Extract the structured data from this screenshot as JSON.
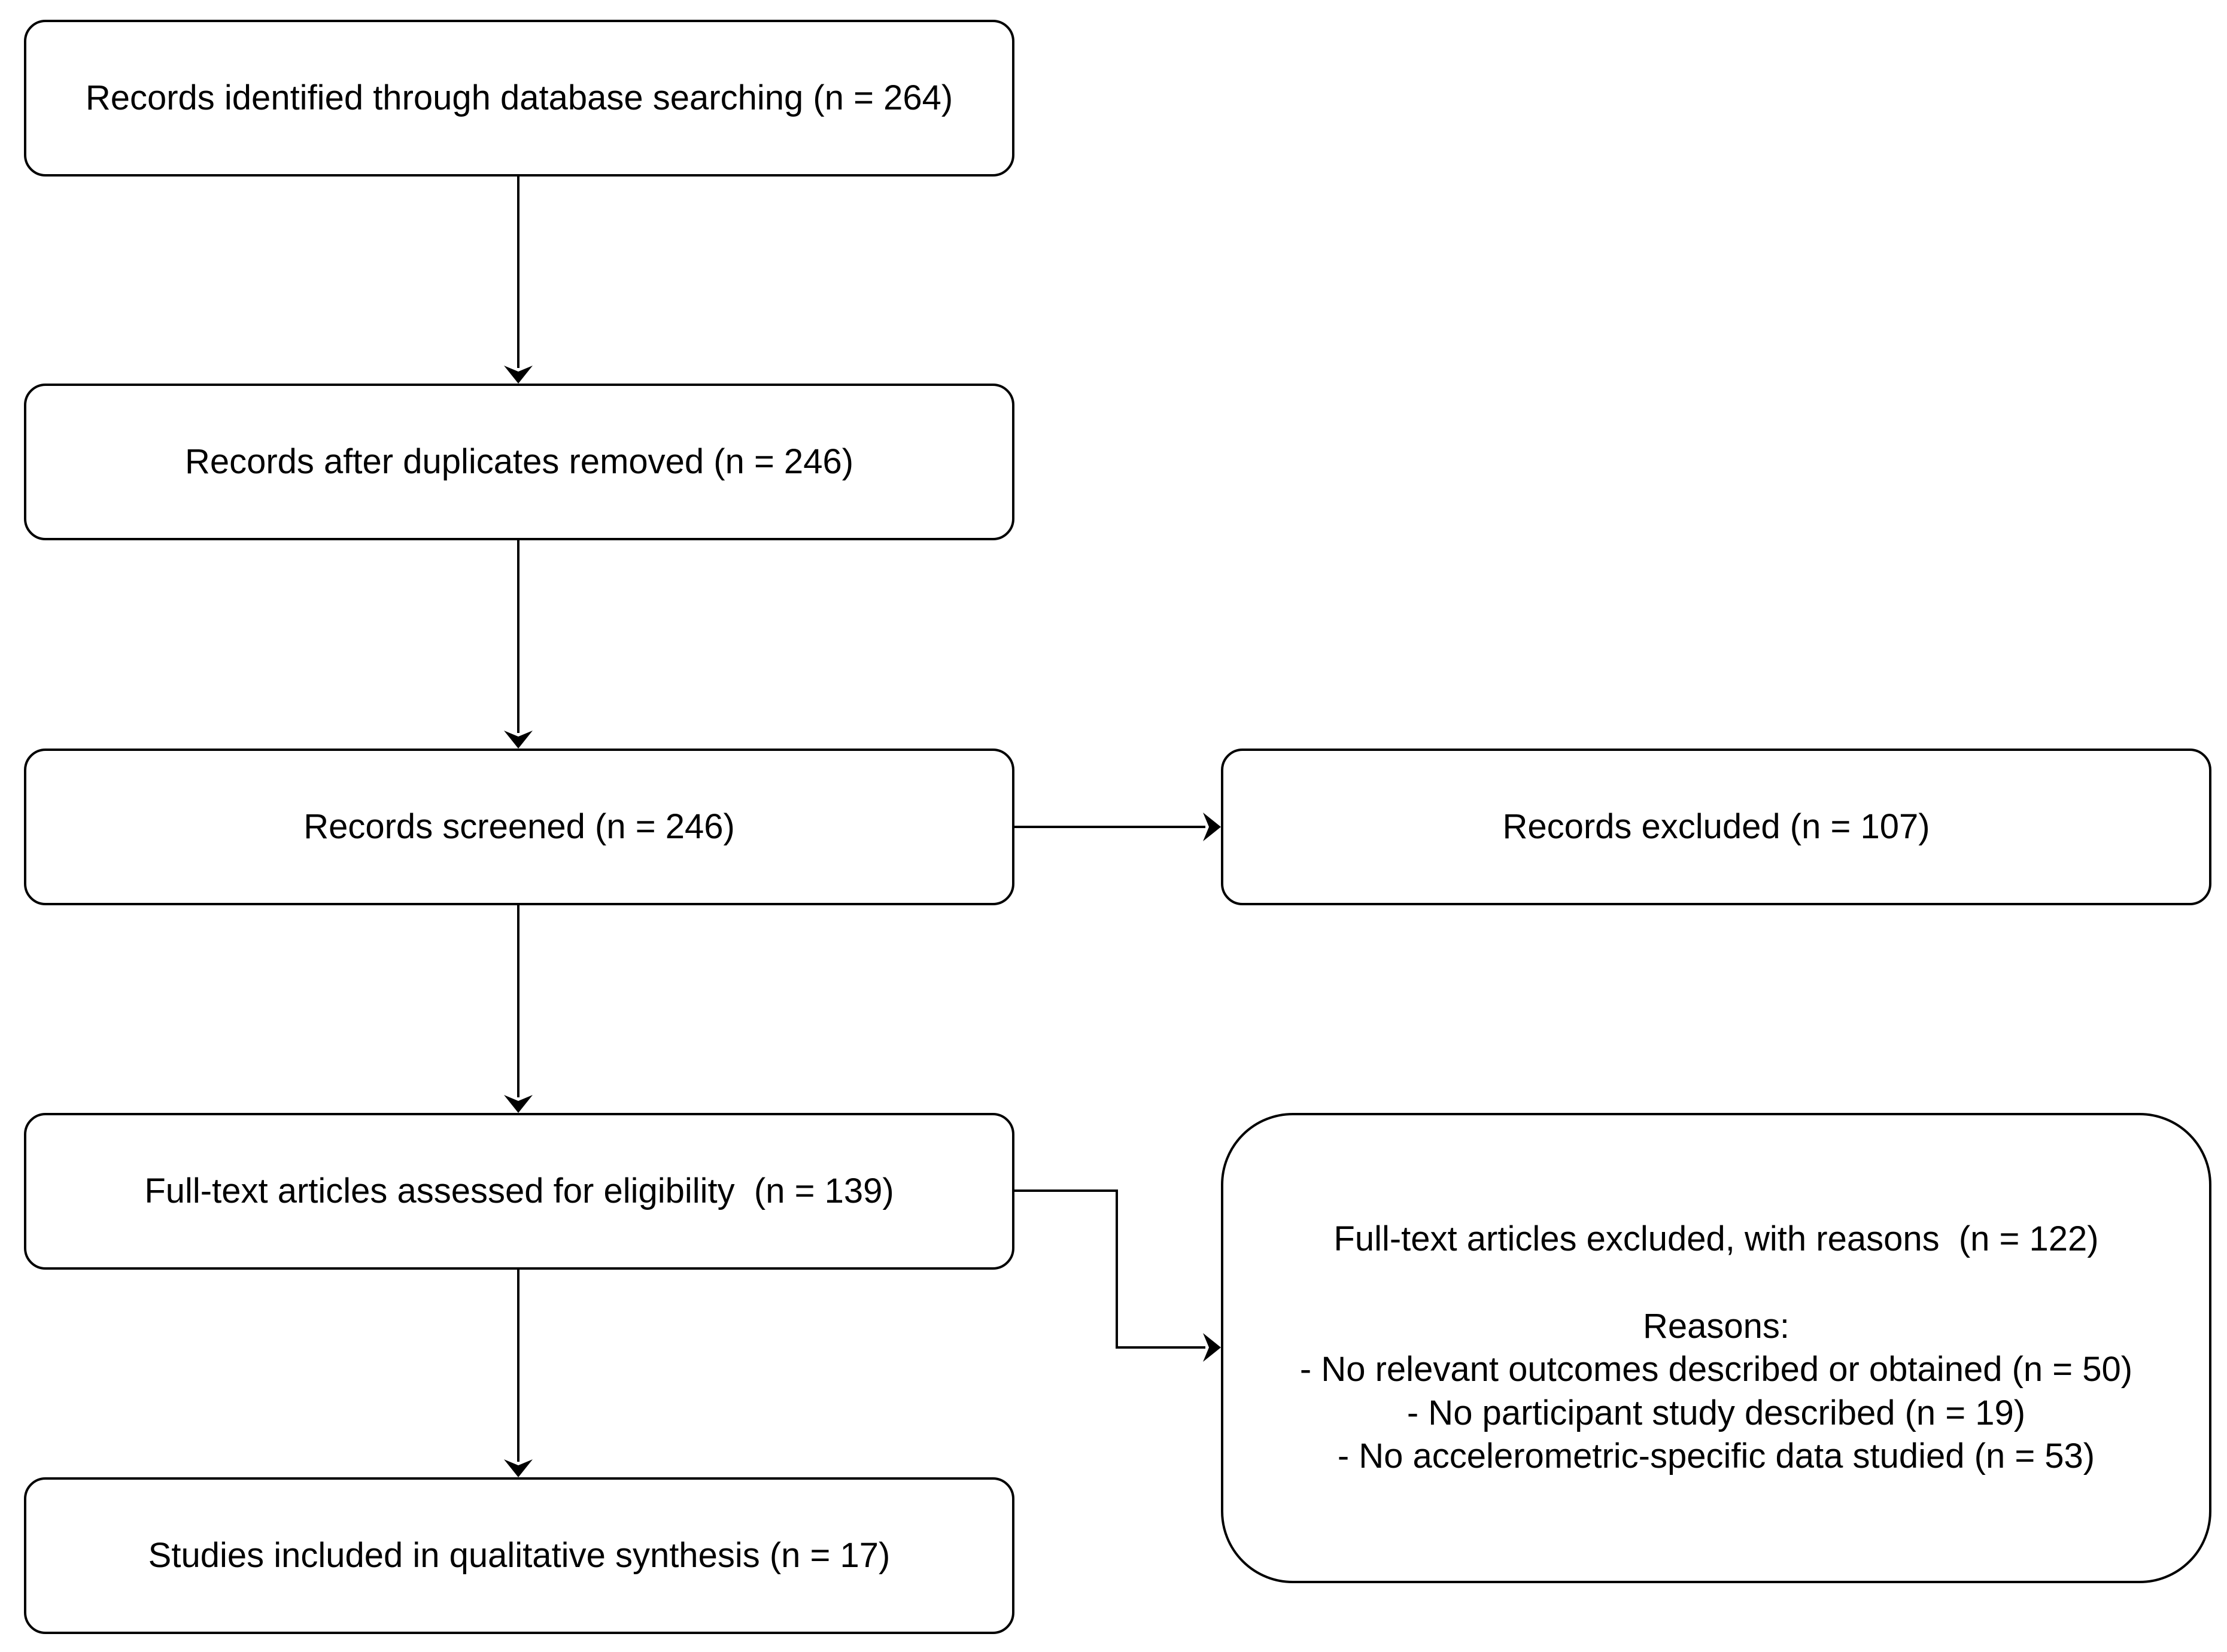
{
  "nodes": {
    "identified": "Records identified through database searching (n = 264)",
    "after_duplicates": "Records after duplicates removed (n = 246)",
    "screened": "Records screened (n = 246)",
    "full_text_assessed": "Full-text articles assessed for eligibility  (n = 139)",
    "included": "Studies included in qualitative synthesis (n = 17)",
    "excluded": "Records excluded (n = 107)",
    "full_text_excluded": {
      "title": "Full-text articles excluded, with reasons  (n = 122)",
      "reasons_heading": "Reasons:",
      "reasons": [
        "- No relevant outcomes described or obtained (n = 50)",
        "- No participant study described (n = 19)",
        "- No accelerometric-specific data studied (n = 53)"
      ]
    }
  },
  "edges": [
    {
      "from": "identified",
      "to": "after_duplicates"
    },
    {
      "from": "after_duplicates",
      "to": "screened"
    },
    {
      "from": "screened",
      "to": "full_text_assessed"
    },
    {
      "from": "full_text_assessed",
      "to": "included"
    },
    {
      "from": "screened",
      "to": "excluded"
    },
    {
      "from": "full_text_assessed",
      "to": "full_text_excluded"
    }
  ]
}
